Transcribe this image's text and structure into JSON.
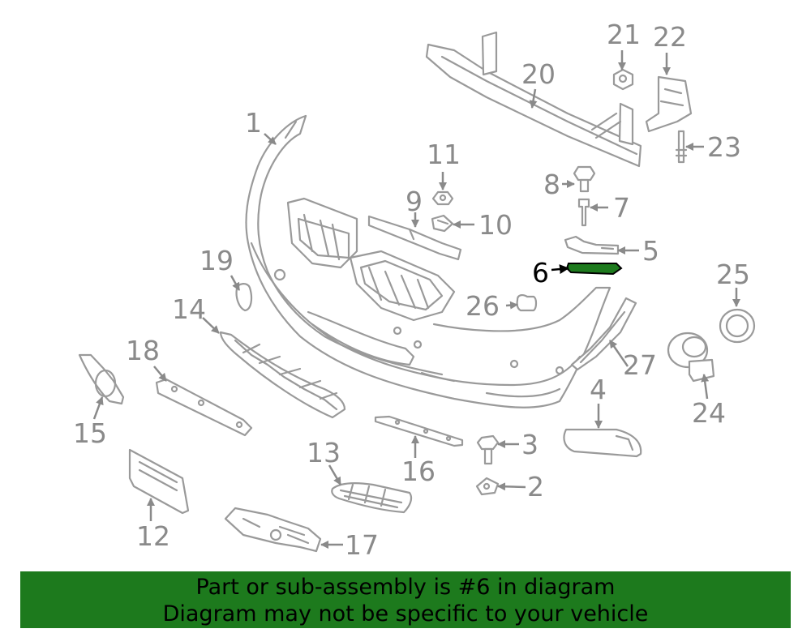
{
  "callouts": [
    "1",
    "2",
    "3",
    "4",
    "5",
    "6",
    "7",
    "8",
    "9",
    "10",
    "11",
    "12",
    "13",
    "14",
    "15",
    "16",
    "17",
    "18",
    "19",
    "20",
    "21",
    "22",
    "23",
    "24",
    "25",
    "26",
    "27"
  ],
  "highlighted_part": "6",
  "highlight_color": "#1d7a1d",
  "banner": {
    "line1": "Part or sub-assembly is #6 in diagram",
    "line2": "Diagram may not be specific to your vehicle"
  }
}
